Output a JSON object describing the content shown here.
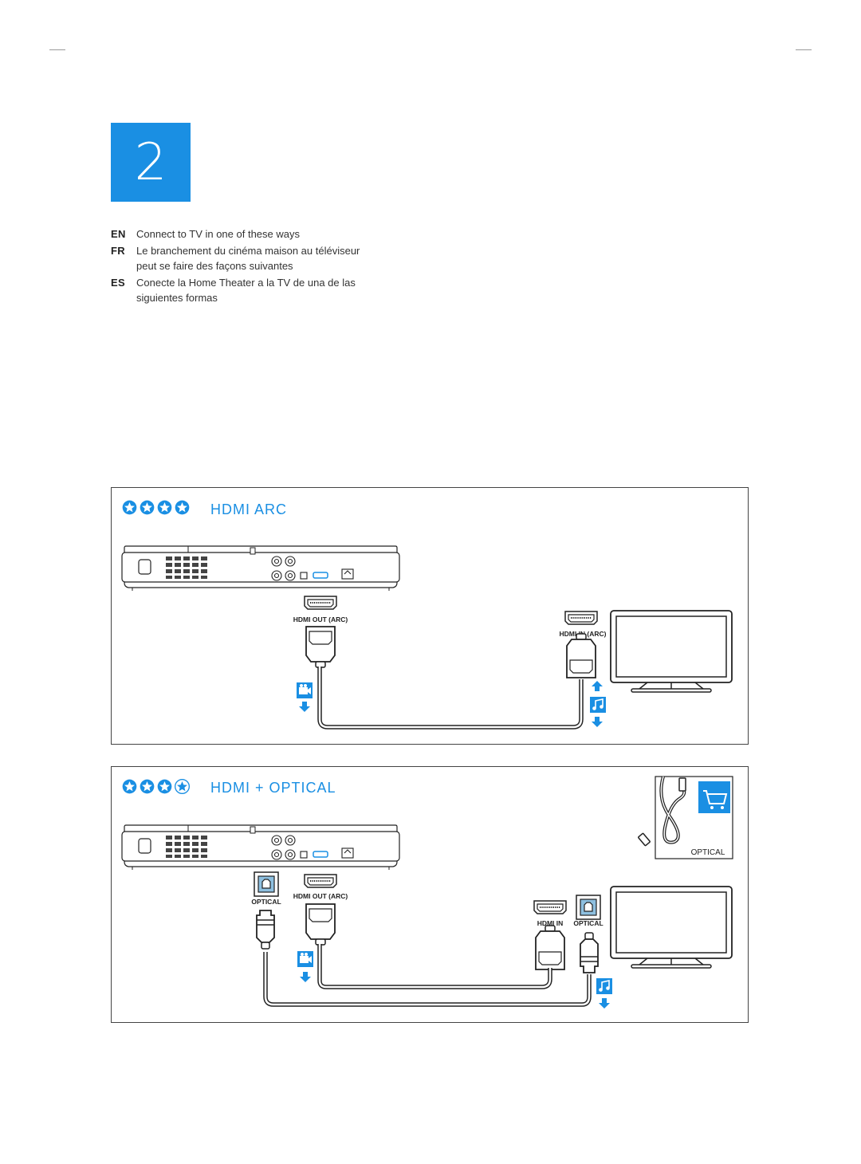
{
  "step_number": "2",
  "instructions": [
    {
      "code": "EN",
      "text": "Connect to TV in one of these ways"
    },
    {
      "code": "FR",
      "text": "Le branchement du cinéma maison au téléviseur peut se faire des façons suivantes"
    },
    {
      "code": "ES",
      "text": "Conecte la Home Theater a la TV de una de las siguientes formas"
    }
  ],
  "panels": {
    "hdmi_arc": {
      "title": "HDMI ARC",
      "rating": 4,
      "labels": {
        "hdmi_out": "HDMI OUT (ARC)",
        "hdmi_in": "HDMI IN (ARC)"
      }
    },
    "hdmi_optical": {
      "title": "HDMI + OPTICAL",
      "rating": 3,
      "labels": {
        "optical_device": "OPTICAL",
        "hdmi_out": "HDMI OUT (ARC)",
        "hdmi_in": "HDMI IN",
        "optical_tv": "OPTICAL",
        "accessory": "OPTICAL"
      }
    }
  },
  "colors": {
    "accent": "#1a8fe3",
    "line": "#222222"
  },
  "icons": [
    "star-icon",
    "video-icon",
    "music-note-icon",
    "arrow-down-icon",
    "arrow-up-icon",
    "shopping-cart-icon"
  ]
}
